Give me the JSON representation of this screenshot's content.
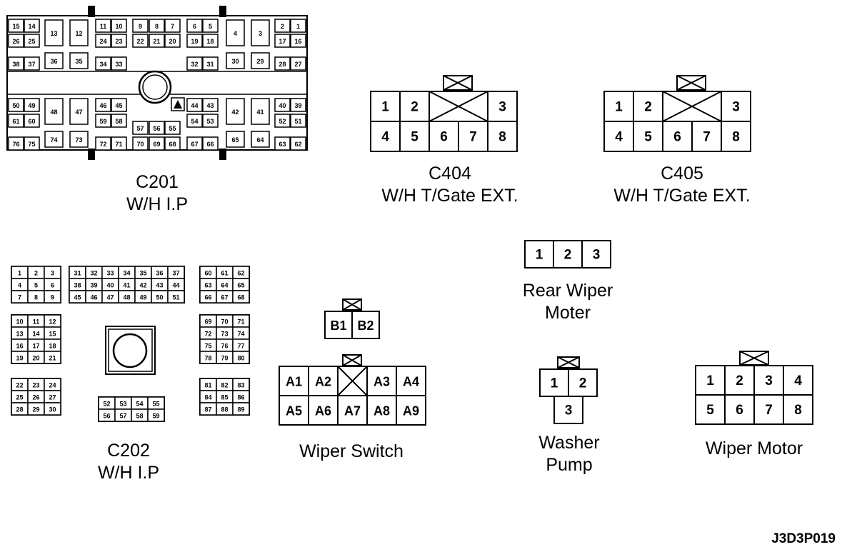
{
  "connectors": {
    "c201": {
      "code": "C201",
      "name": "W/H I.P",
      "pins_top": [
        "15",
        "14",
        "13",
        "12",
        "11",
        "10",
        "9",
        "8",
        "7",
        "6",
        "5",
        "4",
        "3",
        "2",
        "1",
        "26",
        "25",
        "24",
        "23",
        "22",
        "21",
        "20",
        "19",
        "18",
        "17",
        "16",
        "38",
        "37",
        "36",
        "35",
        "34",
        "33",
        "32",
        "31",
        "30",
        "29",
        "28",
        "27"
      ],
      "pins_bottom": [
        "50",
        "49",
        "48",
        "47",
        "46",
        "45",
        "44",
        "43",
        "42",
        "41",
        "40",
        "39",
        "61",
        "60",
        "59",
        "58",
        "57",
        "56",
        "55",
        "54",
        "53",
        "52",
        "51",
        "76",
        "75",
        "74",
        "73",
        "72",
        "71",
        "70",
        "69",
        "68",
        "67",
        "66",
        "65",
        "64",
        "63",
        "62"
      ]
    },
    "c202": {
      "code": "C202",
      "name": "W/H I.P",
      "grid_a": [
        "1",
        "2",
        "3",
        "4",
        "5",
        "6",
        "7",
        "8",
        "9"
      ],
      "grid_b": [
        "10",
        "11",
        "12",
        "13",
        "14",
        "15",
        "16",
        "17",
        "18",
        "19",
        "20",
        "21"
      ],
      "grid_c": [
        "22",
        "23",
        "24",
        "25",
        "26",
        "27",
        "28",
        "29",
        "30"
      ],
      "grid_top": [
        "31",
        "32",
        "33",
        "34",
        "35",
        "36",
        "37",
        "38",
        "39",
        "40",
        "41",
        "42",
        "43",
        "44",
        "45",
        "46",
        "47",
        "48",
        "49",
        "50",
        "51"
      ],
      "grid_small": [
        "52",
        "53",
        "54",
        "55",
        "56",
        "57",
        "58",
        "59"
      ],
      "grid_r1": [
        "60",
        "61",
        "62",
        "63",
        "64",
        "65",
        "66",
        "67",
        "68"
      ],
      "grid_r2": [
        "69",
        "70",
        "71",
        "72",
        "73",
        "74",
        "75",
        "76",
        "77",
        "78",
        "79",
        "80"
      ],
      "grid_r3": [
        "81",
        "82",
        "83",
        "84",
        "85",
        "86",
        "87",
        "88",
        "89"
      ]
    },
    "c404": {
      "code": "C404",
      "name": "W/H T/Gate EXT.",
      "pins": [
        "1",
        "2",
        "3",
        "4",
        "5",
        "6",
        "7",
        "8"
      ]
    },
    "c405": {
      "code": "C405",
      "name": "W/H T/Gate EXT.",
      "pins": [
        "1",
        "2",
        "3",
        "4",
        "5",
        "6",
        "7",
        "8"
      ]
    },
    "rear_wiper_motor": {
      "name_line1": "Rear Wiper",
      "name_line2": "Moter",
      "pins": [
        "1",
        "2",
        "3"
      ]
    },
    "wiper_switch": {
      "name": "Wiper Switch",
      "pins_b": [
        "B1",
        "B2"
      ],
      "pins_a": [
        "A1",
        "A2",
        "A3",
        "A4",
        "A5",
        "A6",
        "A7",
        "A8",
        "A9"
      ]
    },
    "washer_pump": {
      "name_line1": "Washer",
      "name_line2": "Pump",
      "pins": [
        "1",
        "2",
        "3"
      ]
    },
    "wiper_motor": {
      "name": "Wiper Motor",
      "pins": [
        "1",
        "2",
        "3",
        "4",
        "5",
        "6",
        "7",
        "8"
      ]
    }
  },
  "figure_code": "J3D3P019"
}
